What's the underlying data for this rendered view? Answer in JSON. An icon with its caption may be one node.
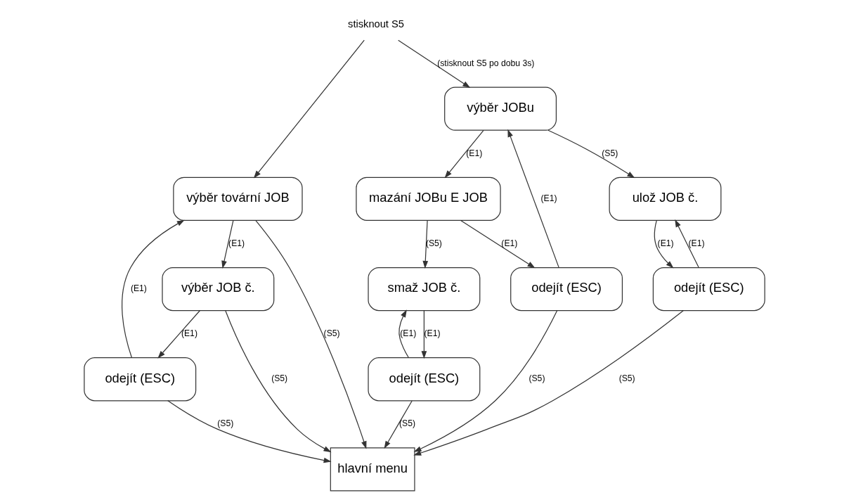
{
  "diagram": {
    "nodes": [
      {
        "text": [
          "stisknout S5"
        ]
      },
      {
        "text": [
          "výběr tovární JOB"
        ]
      },
      {
        "text": [
          "výběr JOB č."
        ]
      },
      {
        "text": [
          "odejít (ESC)"
        ]
      },
      {
        "text": [
          "výběr JOBu"
        ]
      },
      {
        "text": [
          "ulož JOB č."
        ]
      },
      {
        "text": [
          "odejít (ESC)"
        ]
      },
      {
        "text": [
          "mazání JOBu E JOB"
        ]
      },
      {
        "text": [
          "smaž JOB č."
        ]
      },
      {
        "text": [
          "odejít (ESC)"
        ]
      },
      {
        "text": [
          "odejít (ESC)"
        ]
      },
      {
        "text": [
          "hlavní menu"
        ]
      }
    ],
    "edges": [
      {
        "from": 0,
        "to": 1,
        "arrow": "to"
      },
      {
        "from": 0,
        "to": 4,
        "arrow": "to",
        "label": "(stisknout S5 po dobu 3s)"
      },
      {
        "from": 1,
        "to": 11,
        "arrow": "to",
        "label": "(S5)"
      },
      {
        "from": 1,
        "to": 2,
        "arrow": "to",
        "label": "(E1)"
      },
      {
        "from": 2,
        "to": 11,
        "arrow": "to",
        "label": "(S5)"
      },
      {
        "from": 2,
        "to": 3,
        "arrow": "to",
        "label": "(E1)"
      },
      {
        "from": 3,
        "to": 11,
        "arrow": "to",
        "label": "(S5)"
      },
      {
        "from": 3,
        "to": 1,
        "arrow": "to",
        "label": "(E1)"
      },
      {
        "from": 4,
        "to": 5,
        "arrow": "to",
        "label": "(S5)"
      },
      {
        "from": 5,
        "to": 6,
        "arrow": "to",
        "label": "(E1)"
      },
      {
        "from": 6,
        "to": 11,
        "arrow": "to",
        "label": "(S5)"
      },
      {
        "from": 6,
        "to": 5,
        "arrow": "to",
        "label": "(E1)"
      },
      {
        "from": 4,
        "to": 7,
        "arrow": "to",
        "label": "(E1)"
      },
      {
        "from": 7,
        "to": 8,
        "arrow": "to",
        "label": "(S5)"
      },
      {
        "from": 8,
        "to": 9,
        "arrow": "to",
        "label": "(E1)"
      },
      {
        "from": 9,
        "to": 11,
        "arrow": "to",
        "label": "(S5)"
      },
      {
        "from": 9,
        "to": 8,
        "arrow": "to",
        "label": "(E1)"
      },
      {
        "from": 7,
        "to": 10,
        "arrow": "to",
        "label": "(E1)"
      },
      {
        "from": 10,
        "to": 11,
        "arrow": "to",
        "label": "(S5)"
      },
      {
        "from": 10,
        "to": 4,
        "arrow": "to",
        "label": "(E1)"
      }
    ]
  }
}
